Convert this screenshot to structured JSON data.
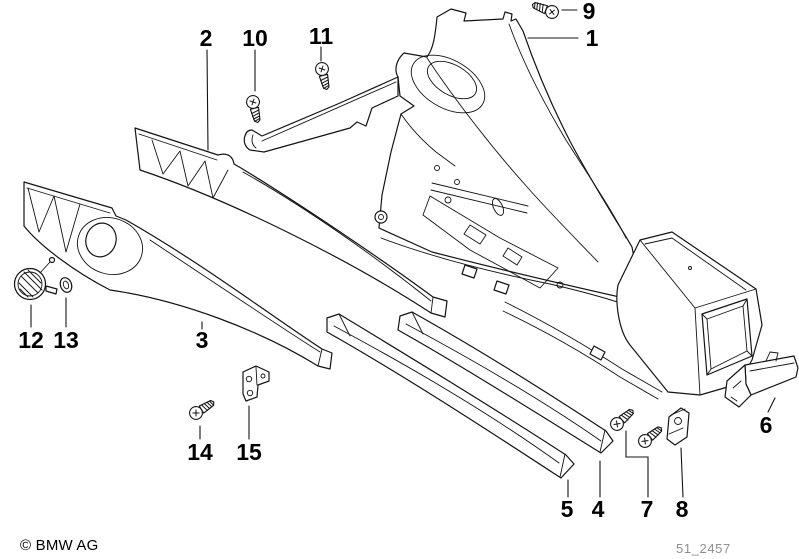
{
  "diagram": {
    "background": "#ffffff",
    "line_color": "#141414",
    "callouts": [
      {
        "id": 1,
        "label": "1"
      },
      {
        "id": 2,
        "label": "2"
      },
      {
        "id": 3,
        "label": "3"
      },
      {
        "id": 4,
        "label": "4"
      },
      {
        "id": 5,
        "label": "5"
      },
      {
        "id": 6,
        "label": "6"
      },
      {
        "id": 7,
        "label": "7"
      },
      {
        "id": 8,
        "label": "8"
      },
      {
        "id": 9,
        "label": "9"
      },
      {
        "id": 10,
        "label": "10"
      },
      {
        "id": 11,
        "label": "11"
      },
      {
        "id": 12,
        "label": "12"
      },
      {
        "id": 13,
        "label": "13"
      },
      {
        "id": 14,
        "label": "14"
      },
      {
        "id": 15,
        "label": "15"
      }
    ],
    "footer": {
      "copyright": "© BMW AG",
      "drawing_number": "51_2457",
      "drawing_number_color": "#8f8f8f"
    }
  }
}
